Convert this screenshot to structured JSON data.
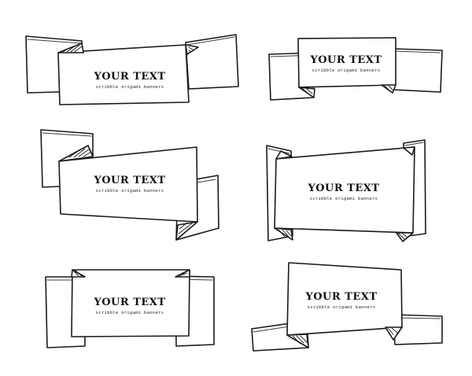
{
  "banners": [
    {
      "title": "YOUR TEXT",
      "subtitle": "scribble origami banners"
    },
    {
      "title": "YOUR TEXT",
      "subtitle": "scribble origami banners"
    },
    {
      "title": "YOUR TEXT",
      "subtitle": "scribble origami banners"
    },
    {
      "title": "YOUR TEXT",
      "subtitle": "scribble origami banners"
    },
    {
      "title": "YOUR TEXT",
      "subtitle": "scribble origami banners"
    },
    {
      "title": "YOUR TEXT",
      "subtitle": "scribble origami banners"
    }
  ],
  "colors": {
    "ink": "#1a1a1a",
    "paper": "#ffffff"
  }
}
